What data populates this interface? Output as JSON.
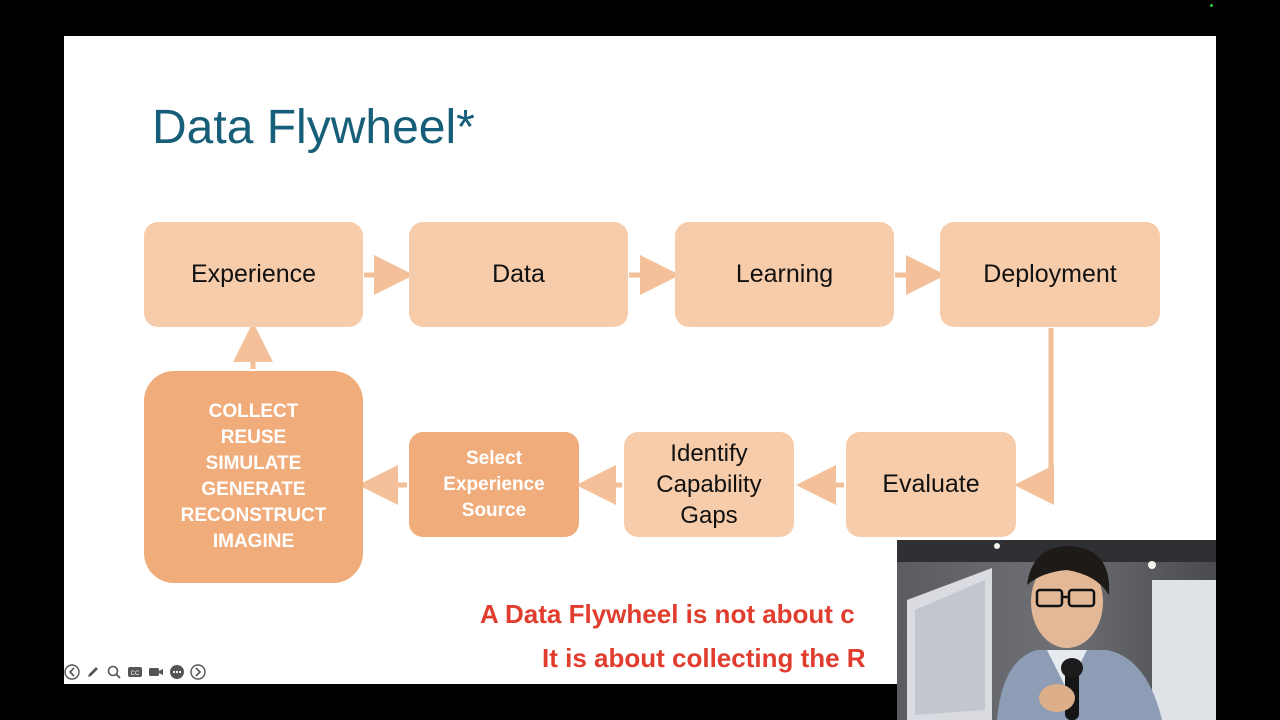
{
  "slide": {
    "title": "Data Flywheel*",
    "top_row": [
      "Experience",
      "Data",
      "Learning",
      "Deployment"
    ],
    "sources_box": "COLLECT\nREUSE\nSIMULATE\nGENERATE\nRECONSTRUCT\nIMAGINE",
    "select_box": "Select\nExperience\nSource",
    "gaps_box": "Identify\nCapability\nGaps",
    "evaluate_box": "Evaluate",
    "message_line1": "A Data Flywheel is not about c",
    "message_line2": "It is about collecting the R"
  },
  "colors": {
    "title": "#175e78",
    "box_light": "#f6ccab",
    "box_dark": "#f0ad7b",
    "arrow": "#f3c09a",
    "message": "#e03d2e"
  },
  "toolbar": {
    "icons": [
      "back-arrow-icon",
      "pen-icon",
      "zoom-icon",
      "captions-icon",
      "camera-icon",
      "more-icon",
      "forward-arrow-icon"
    ]
  }
}
